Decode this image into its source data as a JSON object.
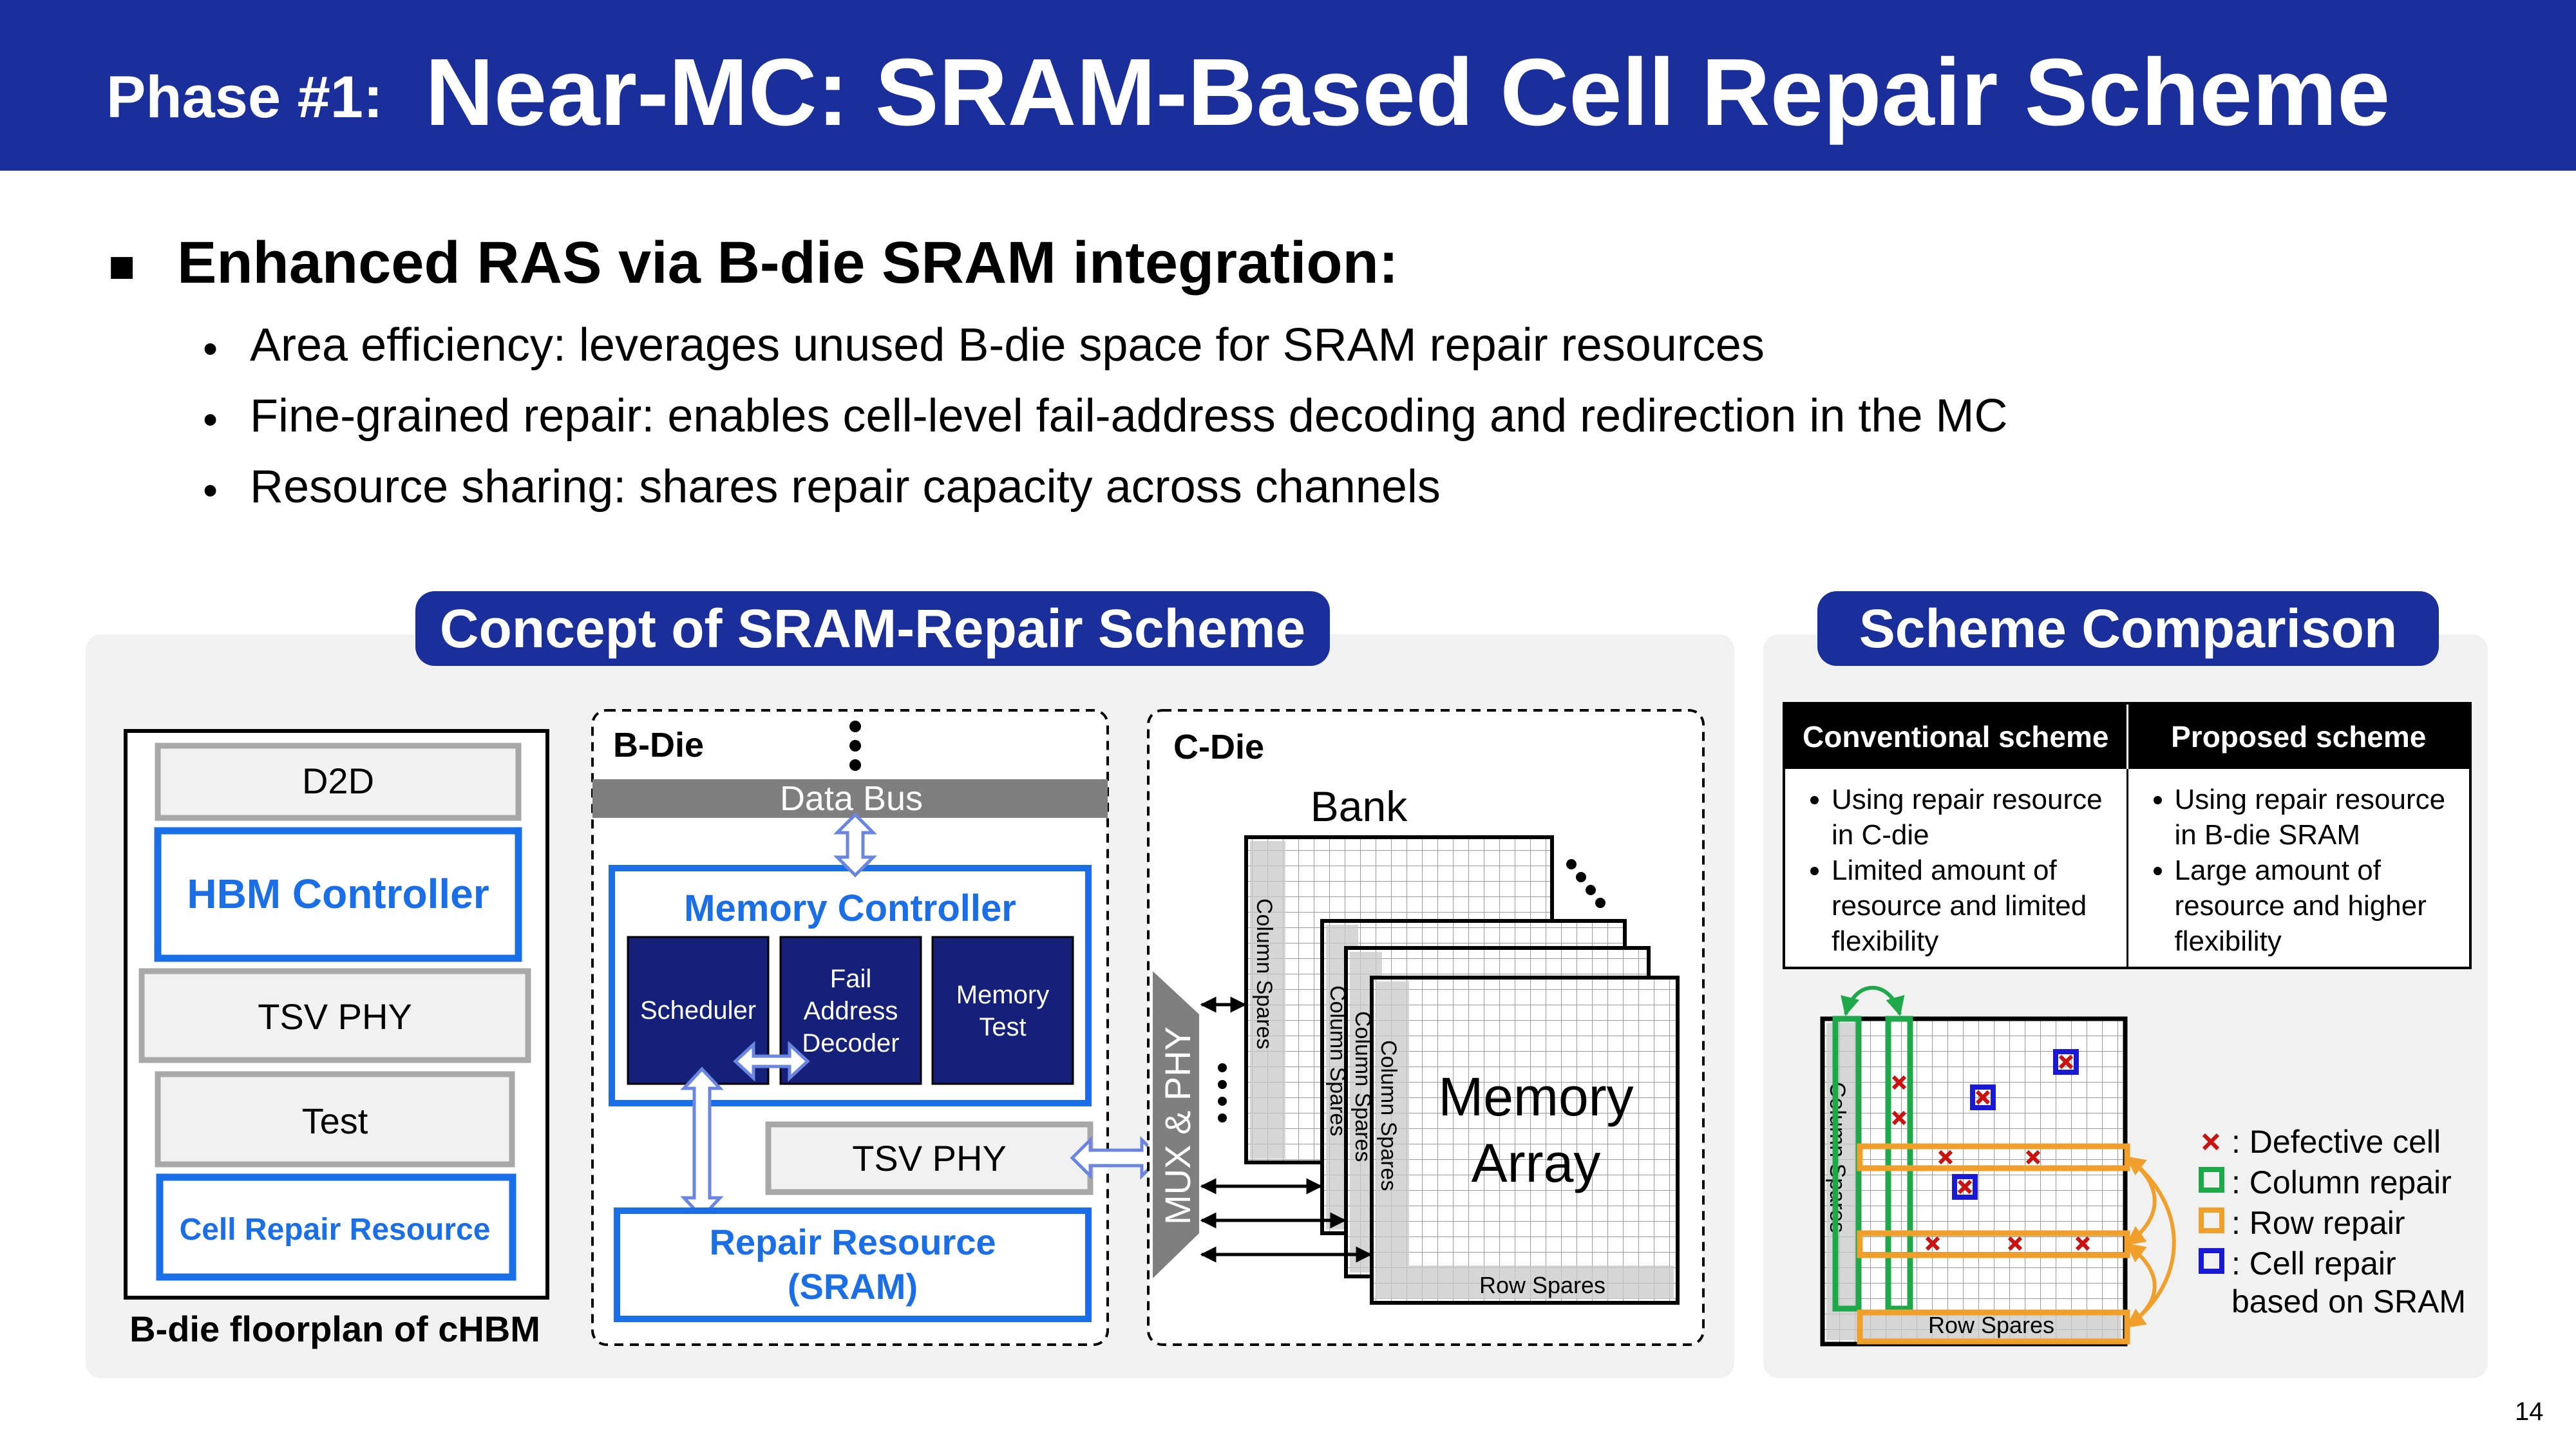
{
  "header": {
    "prefix": "Phase #1:",
    "title": "Near-MC: SRAM-Based Cell Repair Scheme"
  },
  "heading": {
    "marker": "■",
    "text": "Enhanced RAS via B-die SRAM integration:"
  },
  "bullets": [
    {
      "marker": "•",
      "text": "Area efficiency: leverages unused B-die space for SRAM repair resources"
    },
    {
      "marker": "•",
      "text": "Fine-grained repair: enables cell-level fail-address decoding and redirection in the MC"
    },
    {
      "marker": "•",
      "text": "Resource sharing: shares repair capacity across channels"
    }
  ],
  "concept": {
    "title": "Concept of SRAM-Repair Scheme",
    "floorplan": {
      "blocks": [
        "D2D",
        "HBM Controller",
        "TSV PHY",
        "Test",
        "Cell Repair Resource"
      ],
      "caption": "B-die floorplan of cHBM"
    },
    "bdie": {
      "label": "B-Die",
      "data_bus": "Data Bus",
      "memory_controller": "Memory Controller",
      "scheduler": "Scheduler",
      "fail_decoder": [
        "Fail",
        "Address",
        "Decoder"
      ],
      "memory_test": [
        "Memory",
        "Test"
      ],
      "tsv_phy": "TSV PHY",
      "repair_resource": [
        "Repair Resource",
        "(SRAM)"
      ]
    },
    "mux_phy": "MUX & PHY",
    "cdie": {
      "label": "C-Die",
      "bank": "Bank",
      "column_spares": "Column Spares",
      "memory_array": [
        "Memory",
        "Array"
      ],
      "row_spares": "Row Spares"
    }
  },
  "comparison": {
    "title": "Scheme Comparison",
    "headers": [
      "Conventional scheme",
      "Proposed scheme"
    ],
    "conventional": [
      "Using repair resource in C-die",
      "Limited amount of resource and limited flexibility"
    ],
    "proposed": [
      "Using repair resource in B-die SRAM",
      "Large amount of resource and higher flexibility"
    ],
    "grid": {
      "column_spares": "Column Spares",
      "row_spares": "Row Spares"
    },
    "legend": {
      "defective": ": Defective cell",
      "column": ": Column repair",
      "row": ": Row repair",
      "cell": ": Cell repair",
      "cell_2": "based on SRAM"
    }
  },
  "colors": {
    "brand": "#1a2f9c",
    "controller_blue": "#1a6fe8",
    "column_repair": "#1fa84a",
    "row_repair": "#f0a02a",
    "cell_repair": "#1a1ad6",
    "defect": "#cc1111"
  },
  "page_number": "14"
}
